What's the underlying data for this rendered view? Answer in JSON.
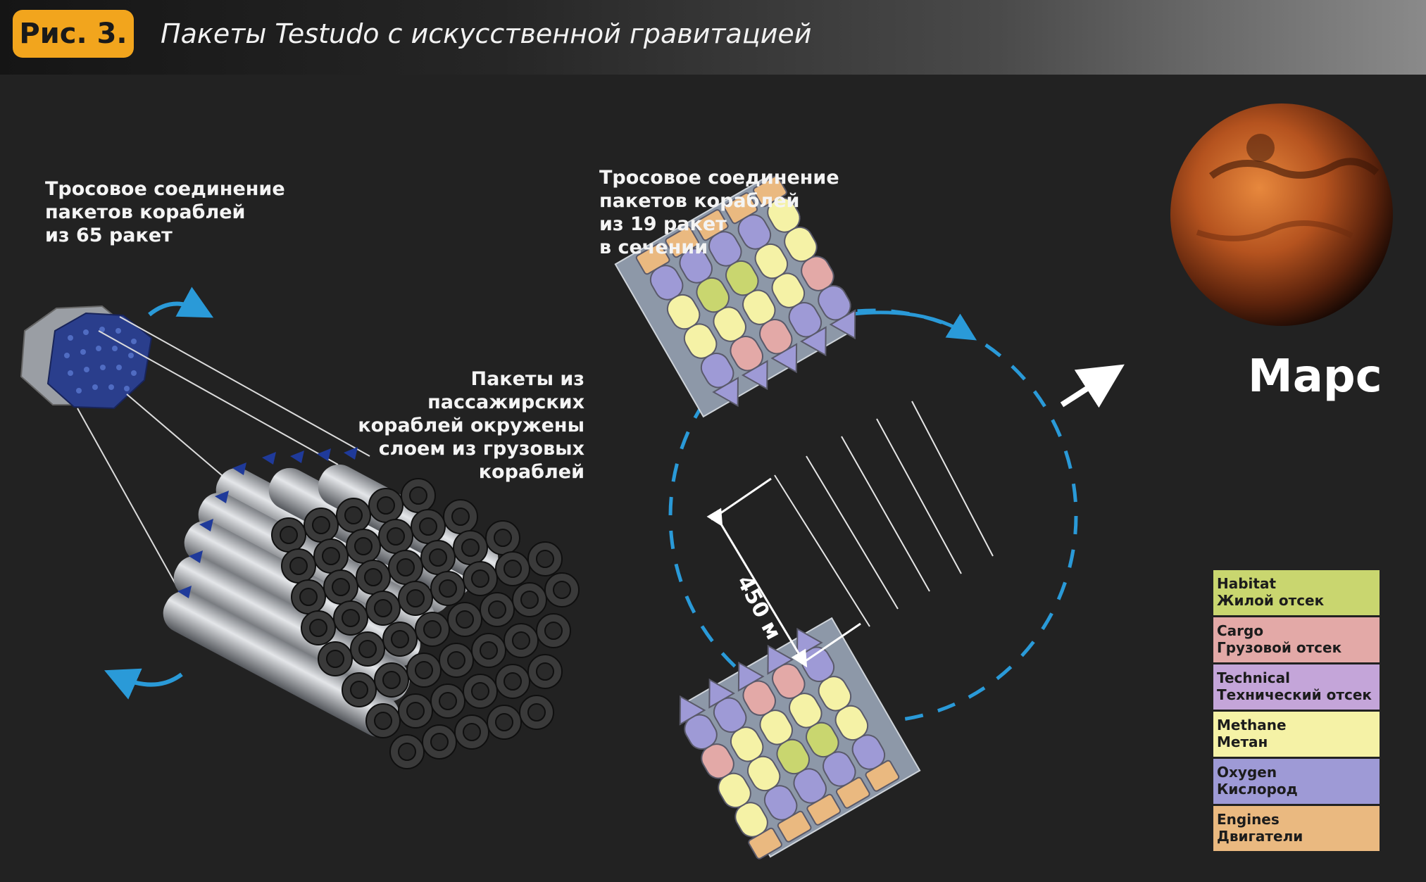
{
  "header": {
    "figure_label": "Рис. 3.",
    "title": "Пакеты Testudo с искусственной гравитацией"
  },
  "labels": {
    "left_tether": "Тросовое соединение\nпакетов кораблей\nиз 65 ракет",
    "middle_tether": "Тросовое соединение\nпакетов кораблей\nиз 19 ракет\nв сечении",
    "passenger": "Пакеты из пассажирских\nкораблей окружены\nслоем из грузовых\nкораблей",
    "distance": "450 м",
    "planet": "Марс"
  },
  "legend": [
    {
      "en": "Habitat",
      "ru": "Жилой отсек",
      "color": "#c9d66f"
    },
    {
      "en": "Cargo",
      "ru": "Грузовой отсек",
      "color": "#e3a9a7"
    },
    {
      "en": "Technical",
      "ru": "Технический отсек",
      "color": "#c4a5d9"
    },
    {
      "en": "Methane",
      "ru": "Метан",
      "color": "#f5f2a6"
    },
    {
      "en": "Oxygen",
      "ru": "Кислород",
      "color": "#9e9ad6"
    },
    {
      "en": "Engines",
      "ru": "Двигатели",
      "color": "#eab980"
    }
  ],
  "colors": {
    "badge": "#f2a51d",
    "rotation_arrow": "#2a9ad8",
    "rocket_cap": "#2a3e8c",
    "rocket_body": "#9ea2a8"
  }
}
